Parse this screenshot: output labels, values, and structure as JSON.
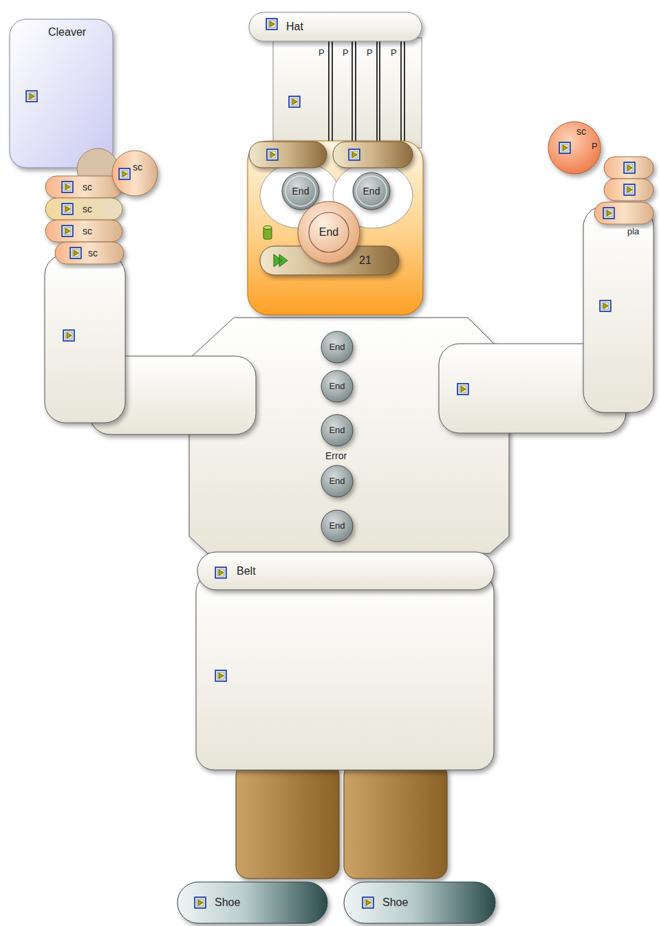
{
  "diagram": {
    "nodes": [
      {
        "text": [
          "Cleaver"
        ]
      },
      {
        "text": [
          "Hat"
        ]
      },
      {
        "text": [
          "End"
        ]
      },
      {
        "text": [
          "End"
        ]
      },
      {
        "text": [
          "End"
        ]
      },
      {
        "text": [
          "21"
        ]
      },
      {
        "text": [
          "sc"
        ]
      },
      {
        "text": [
          "sc"
        ]
      },
      {
        "text": [
          "sc"
        ]
      },
      {
        "text": [
          "sc"
        ]
      },
      {
        "text": [
          "sc"
        ]
      },
      {
        "text": [
          "sc"
        ]
      },
      {
        "text": [
          "End"
        ]
      },
      {
        "text": [
          "End"
        ]
      },
      {
        "text": [
          "End"
        ]
      },
      {
        "text": [
          "End"
        ]
      },
      {
        "text": [
          "End"
        ]
      },
      {
        "text": [
          "Belt"
        ]
      },
      {
        "text": [
          "Shoe"
        ]
      },
      {
        "text": [
          "Shoe"
        ]
      }
    ],
    "labels": [
      "P",
      "P",
      "P",
      "P",
      "Error",
      "P",
      "pla"
    ]
  }
}
